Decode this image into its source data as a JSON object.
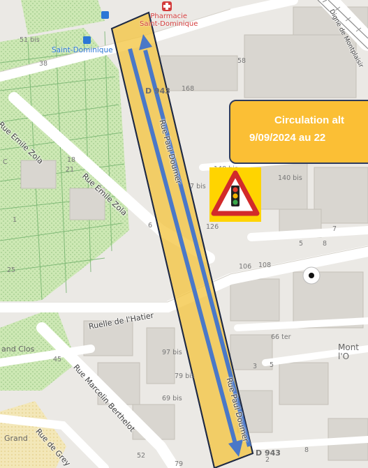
{
  "map": {
    "notice": {
      "line1": "Circulation alt",
      "line2": "9/09/2024 au 22"
    },
    "streets": {
      "rue_emile_zola_a": "Rue Emile Zola",
      "rue_emile_zola_b": "Rue Émile Zola",
      "rue_paul_doumer_a": "Rue Paul Doumer",
      "rue_paul_doumer_b": "Rue Paul Doumer",
      "ruelle_hatier": "Ruelle de l'Hatier",
      "rue_marcelin_berthelot": "Rue Marcelin Berthelot",
      "rue_de_grey": "Rue de Grey",
      "rue_top_right": "Digne de Montplaisir"
    },
    "places": {
      "pharmacie": "Pharmacie\nSaint-Dominique",
      "saint_dominique": "Saint-Dominique",
      "grand_clos": "and Clos",
      "grand": "Grand",
      "mont": "Mont\nl'O"
    },
    "road_codes": {
      "top": "D 943",
      "bottom": "D 943"
    },
    "house_numbers": [
      "51 bis",
      "38",
      "58",
      "168",
      "18",
      "21",
      "148 bis",
      "140 bis",
      "6",
      "126",
      "7",
      "5",
      "8",
      "106",
      "108",
      "66 ter",
      "97 bis",
      "3",
      "5",
      "79 bis",
      "69 bis",
      "45",
      "52",
      "79",
      "2",
      "8",
      "25",
      "1",
      "C",
      "7 bis"
    ],
    "colors": {
      "work_zone": "#f4c542",
      "arrow": "#4a78c8",
      "zone_border": "#1f2a44",
      "notice_bg": "#fbbf35",
      "parcel_green": "#cfe8b8"
    },
    "icons": [
      "traffic-light-warning-sign",
      "pharmacy-cross-icon",
      "bus-stop-icon",
      "location-marker-icon"
    ]
  }
}
